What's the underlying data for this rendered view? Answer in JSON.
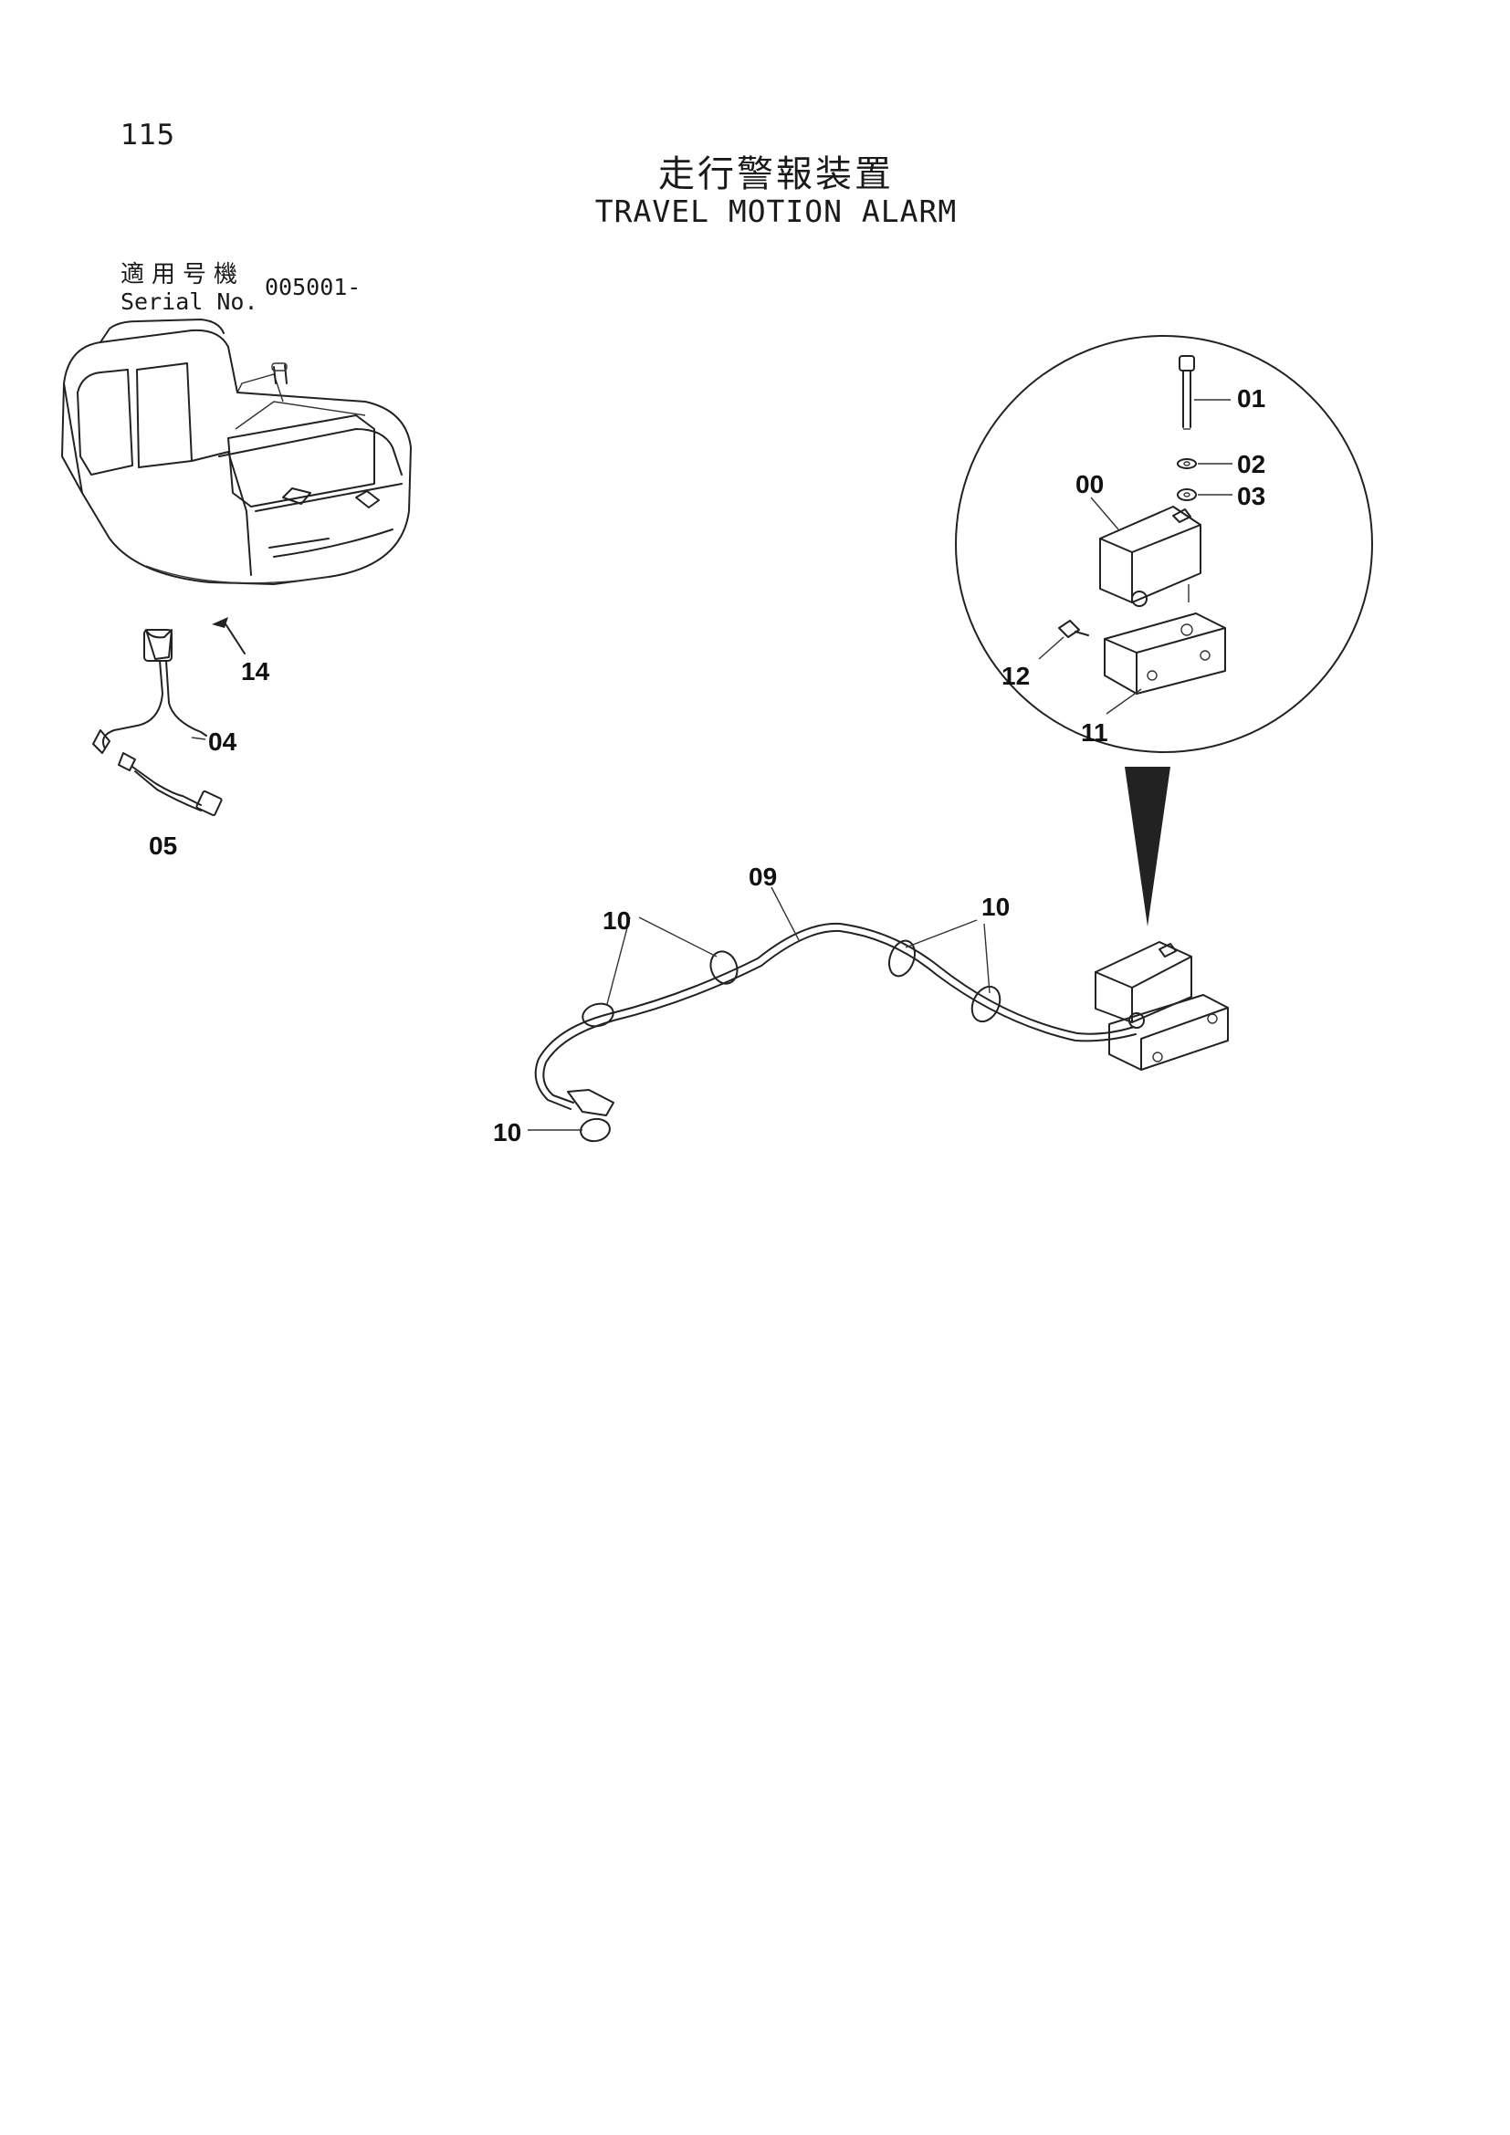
{
  "header": {
    "page_number": "115",
    "title_jp": "走行警報装置",
    "title_en": "TRAVEL MOTION ALARM"
  },
  "serial": {
    "label_jp": "適用号機",
    "label_en": "Serial No.",
    "value": "005001-"
  },
  "callouts": {
    "c00": "00",
    "c01": "01",
    "c02": "02",
    "c03": "03",
    "c04": "04",
    "c05": "05",
    "c09": "09",
    "c10_left": "10",
    "c10_right": "10",
    "c10_bottom": "10",
    "c11": "11",
    "c12": "12",
    "c14": "14"
  }
}
